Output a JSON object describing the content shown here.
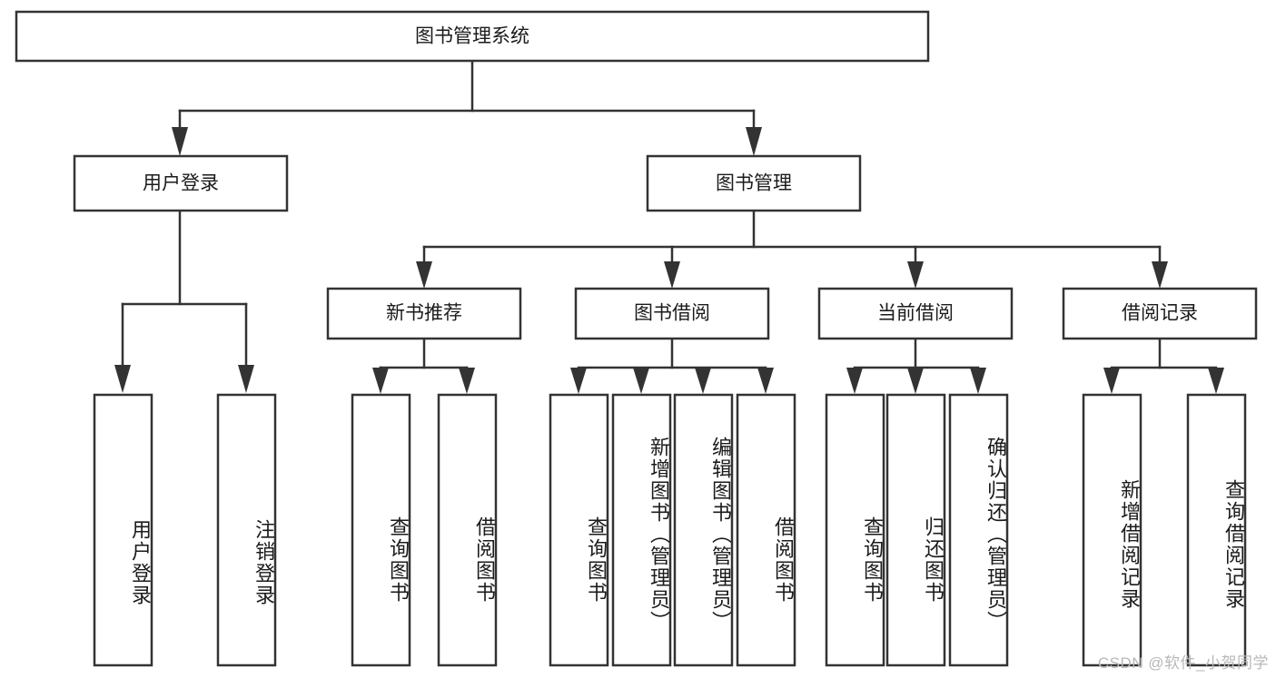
{
  "diagram": {
    "type": "tree-hierarchy-chart",
    "title": "图书管理系统",
    "orientation": "top-down",
    "colors": {
      "box_stroke": "#333333",
      "box_fill": "#ffffff",
      "connector": "#333333",
      "text": "#1b1b1b",
      "background": "#ffffff",
      "watermark": "#b8b8b8"
    },
    "levels": {
      "root": {
        "label": "图书管理系统",
        "orientation": "horizontal"
      },
      "level2": [
        {
          "label": "用户登录",
          "orientation": "horizontal"
        },
        {
          "label": "图书管理",
          "orientation": "horizontal"
        }
      ],
      "level3": [
        {
          "label": "新书推荐",
          "parent": "图书管理",
          "orientation": "horizontal"
        },
        {
          "label": "图书借阅",
          "parent": "图书管理",
          "orientation": "horizontal"
        },
        {
          "label": "当前借阅",
          "parent": "图书管理",
          "orientation": "horizontal"
        },
        {
          "label": "借阅记录",
          "parent": "图书管理",
          "orientation": "horizontal"
        }
      ],
      "leaves": [
        {
          "label": "用户登录",
          "parent": "用户登录",
          "orientation": "vertical"
        },
        {
          "label": "注销登录",
          "parent": "用户登录",
          "orientation": "vertical"
        },
        {
          "label": "查询图书",
          "parent": "新书推荐",
          "orientation": "vertical"
        },
        {
          "label": "借阅图书",
          "parent": "新书推荐",
          "orientation": "vertical"
        },
        {
          "label": "查询图书",
          "parent": "图书借阅",
          "orientation": "vertical"
        },
        {
          "label": "新增图书（管理员）",
          "parent": "图书借阅",
          "orientation": "vertical"
        },
        {
          "label": "编辑图书（管理员）",
          "parent": "图书借阅",
          "orientation": "vertical"
        },
        {
          "label": "借阅图书",
          "parent": "图书借阅",
          "orientation": "vertical"
        },
        {
          "label": "查询图书",
          "parent": "当前借阅",
          "orientation": "vertical"
        },
        {
          "label": "归还图书",
          "parent": "当前借阅",
          "orientation": "vertical"
        },
        {
          "label": "确认归还（管理员）",
          "parent": "当前借阅",
          "orientation": "vertical"
        },
        {
          "label": "新增借阅记录",
          "parent": "借阅记录",
          "orientation": "vertical"
        },
        {
          "label": "查询借阅记录",
          "parent": "借阅记录",
          "orientation": "vertical"
        }
      ]
    },
    "watermark": "CSDN @软件_小贺同学"
  }
}
